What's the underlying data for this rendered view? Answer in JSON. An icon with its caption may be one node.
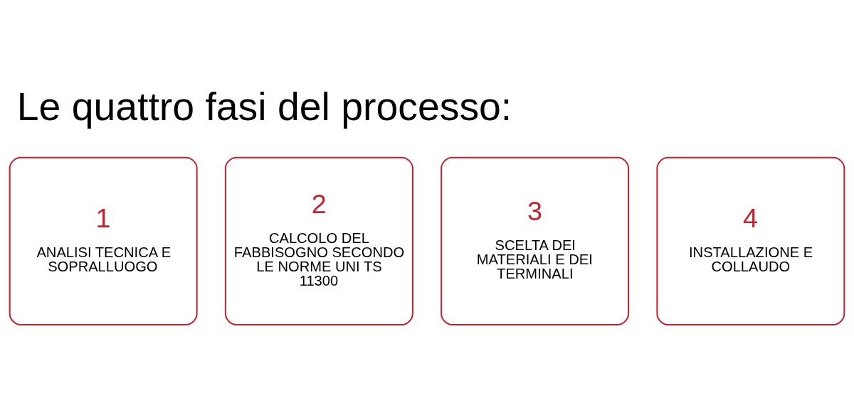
{
  "diagram": {
    "title": "Le quattro fasi del processo:",
    "nodes": [
      {
        "text": [
          "1",
          "ANALISI TECNICA E SOPRALLUOGO"
        ]
      },
      {
        "text": [
          "2",
          "CALCOLO DEL FABBISOGNO SECONDO LE NORME UNI TS 11300"
        ]
      },
      {
        "text": [
          "3",
          "SCELTA DEI MATERIALI E DEI TERMINALI"
        ]
      },
      {
        "text": [
          "4",
          "INSTALLAZIONE E COLLAUDO"
        ]
      }
    ],
    "edges": []
  }
}
